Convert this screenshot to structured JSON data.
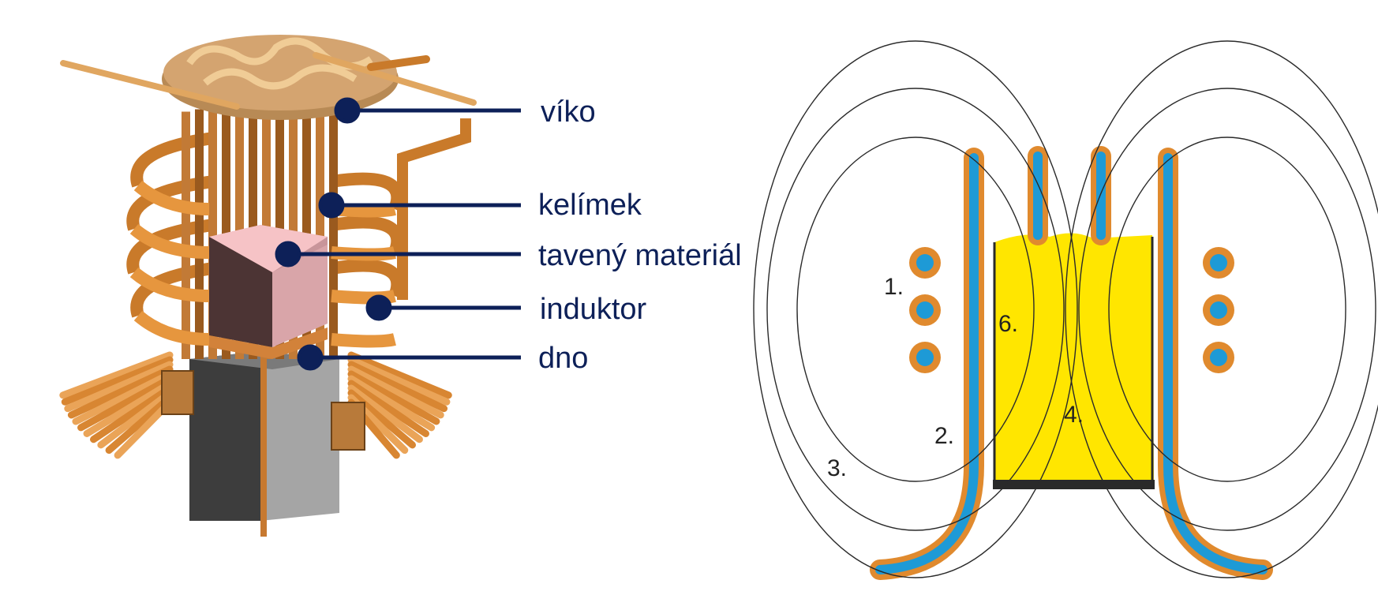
{
  "colors": {
    "copper": "#e08a2e",
    "copper_dark": "#9a5a1e",
    "copper_light": "#f0b070",
    "water_channel": "#1e9ad6",
    "melt": "#ffe600",
    "melt_pink": "#f5b8bd",
    "callout_line": "#0d2058",
    "field_line": "#2a2a2a",
    "gray_base": "#9e9e9e"
  },
  "left_figure": {
    "callouts": [
      {
        "key": "lid",
        "label": "víko"
      },
      {
        "key": "crucible",
        "label": "kelímek"
      },
      {
        "key": "melt",
        "label": "tavený materiál"
      },
      {
        "key": "inductor",
        "label": "induktor"
      },
      {
        "key": "bottom",
        "label": "dno"
      }
    ]
  },
  "right_figure": {
    "numbers": [
      "1.",
      "2.",
      "3.",
      "4.",
      "6."
    ]
  }
}
